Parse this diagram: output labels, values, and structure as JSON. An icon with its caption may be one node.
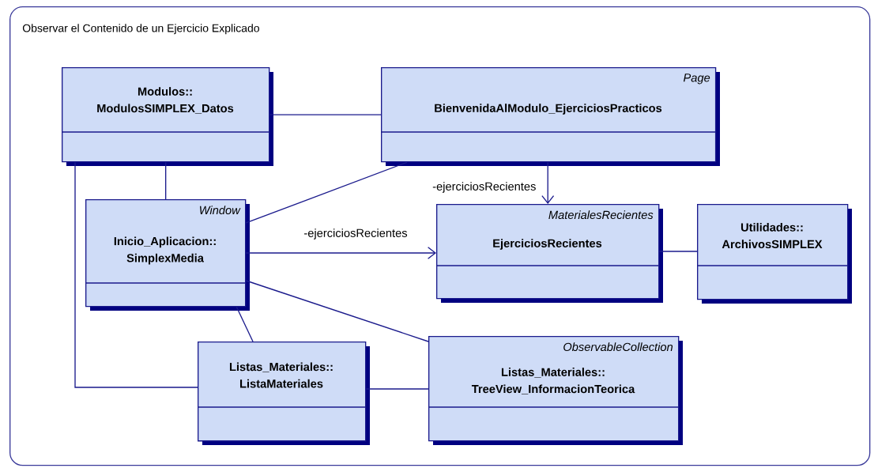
{
  "diagram": {
    "nodes": [
      {
        "text": [
          "Observar el Contenido de un Ejercicio Explicado"
        ]
      },
      {
        "text": [
          "Modulos:: ModulosSIMPLEX_Datos"
        ],
        "in": 0
      },
      {
        "text": [
          "Page",
          "BienvenidaAlModulo_EjerciciosPracticos"
        ],
        "in": 0
      },
      {
        "text": [
          "Window",
          "Inicio_Aplicacion:: SimplexMedia"
        ],
        "in": 0
      },
      {
        "text": [
          "MaterialesRecientes",
          "EjerciciosRecientes"
        ],
        "in": 0
      },
      {
        "text": [
          "Utilidades:: ArchivosSIMPLEX"
        ],
        "in": 0
      },
      {
        "text": [
          "Listas_Materiales:: ListaMateriales"
        ],
        "in": 0
      },
      {
        "text": [
          "ObservableCollection",
          "Listas_Materiales:: TreeView_InformacionTeorica"
        ],
        "in": 0
      }
    ],
    "edges": [
      {
        "from": 1,
        "to": 2,
        "arrow": "none"
      },
      {
        "from": 1,
        "to": 3,
        "arrow": "none"
      },
      {
        "from": 1,
        "to": 6,
        "arrow": "none"
      },
      {
        "from": 2,
        "to": 4,
        "arrow": "to",
        "label": "-ejerciciosRecientes"
      },
      {
        "from": 3,
        "to": 2,
        "arrow": "none"
      },
      {
        "from": 3,
        "to": 4,
        "arrow": "to",
        "label": "-ejerciciosRecientes"
      },
      {
        "from": 3,
        "to": 7,
        "arrow": "none"
      },
      {
        "from": 3,
        "to": 6,
        "arrow": "none"
      },
      {
        "from": 6,
        "to": 7,
        "arrow": "none"
      },
      {
        "from": 4,
        "to": 5,
        "arrow": "none"
      }
    ]
  }
}
